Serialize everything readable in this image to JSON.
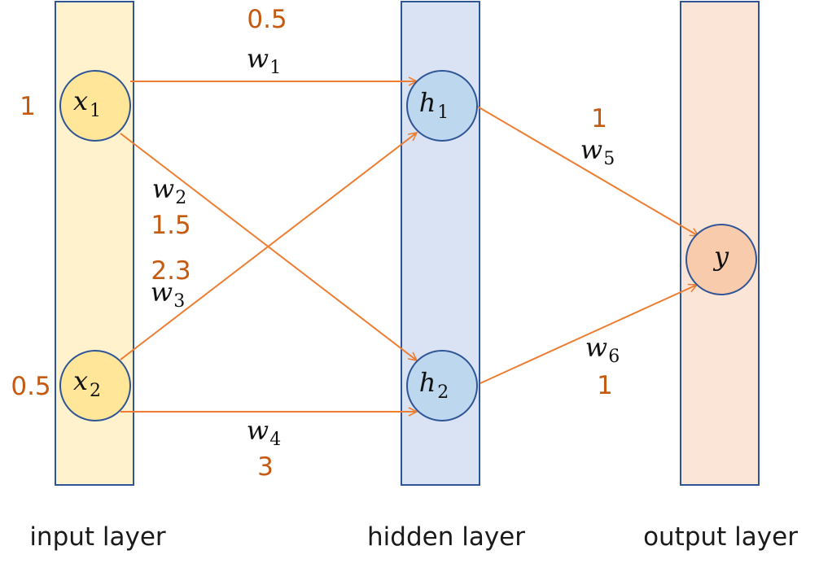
{
  "layers": [
    {
      "label": "input layer",
      "fill": "#fff2cc",
      "stroke": "#2f5597"
    },
    {
      "label": "hidden layer",
      "fill": "#dae3f3",
      "stroke": "#2f5597"
    },
    {
      "label": "output layer",
      "fill": "#fbe5d6",
      "stroke": "#2f5597"
    }
  ],
  "nodes": {
    "x1": {
      "main": "x",
      "sub": "1",
      "fill": "#ffe699",
      "stroke": "#2f5597"
    },
    "x2": {
      "main": "x",
      "sub": "2",
      "fill": "#ffe699",
      "stroke": "#2f5597"
    },
    "h1": {
      "main": "h",
      "sub": "1",
      "fill": "#bdd7ee",
      "stroke": "#2f5597"
    },
    "h2": {
      "main": "h",
      "sub": "2",
      "fill": "#bdd7ee",
      "stroke": "#2f5597"
    },
    "y": {
      "main": "y",
      "sub": "",
      "fill": "#f8cbad",
      "stroke": "#2f5597"
    }
  },
  "input_values": {
    "x1": "1",
    "x2": "0.5"
  },
  "weights": {
    "w1": {
      "main": "w",
      "sub": "1",
      "value": "0.5"
    },
    "w2": {
      "main": "w",
      "sub": "2",
      "value": "1.5"
    },
    "w3": {
      "main": "w",
      "sub": "3",
      "value": "2.3"
    },
    "w4": {
      "main": "w",
      "sub": "4",
      "value": "3"
    },
    "w5": {
      "main": "w",
      "sub": "5",
      "value": "1"
    },
    "w6": {
      "main": "w",
      "sub": "6",
      "value": "1"
    }
  },
  "colors": {
    "edge": "#ed7d31",
    "value_text": "#c55a11"
  }
}
